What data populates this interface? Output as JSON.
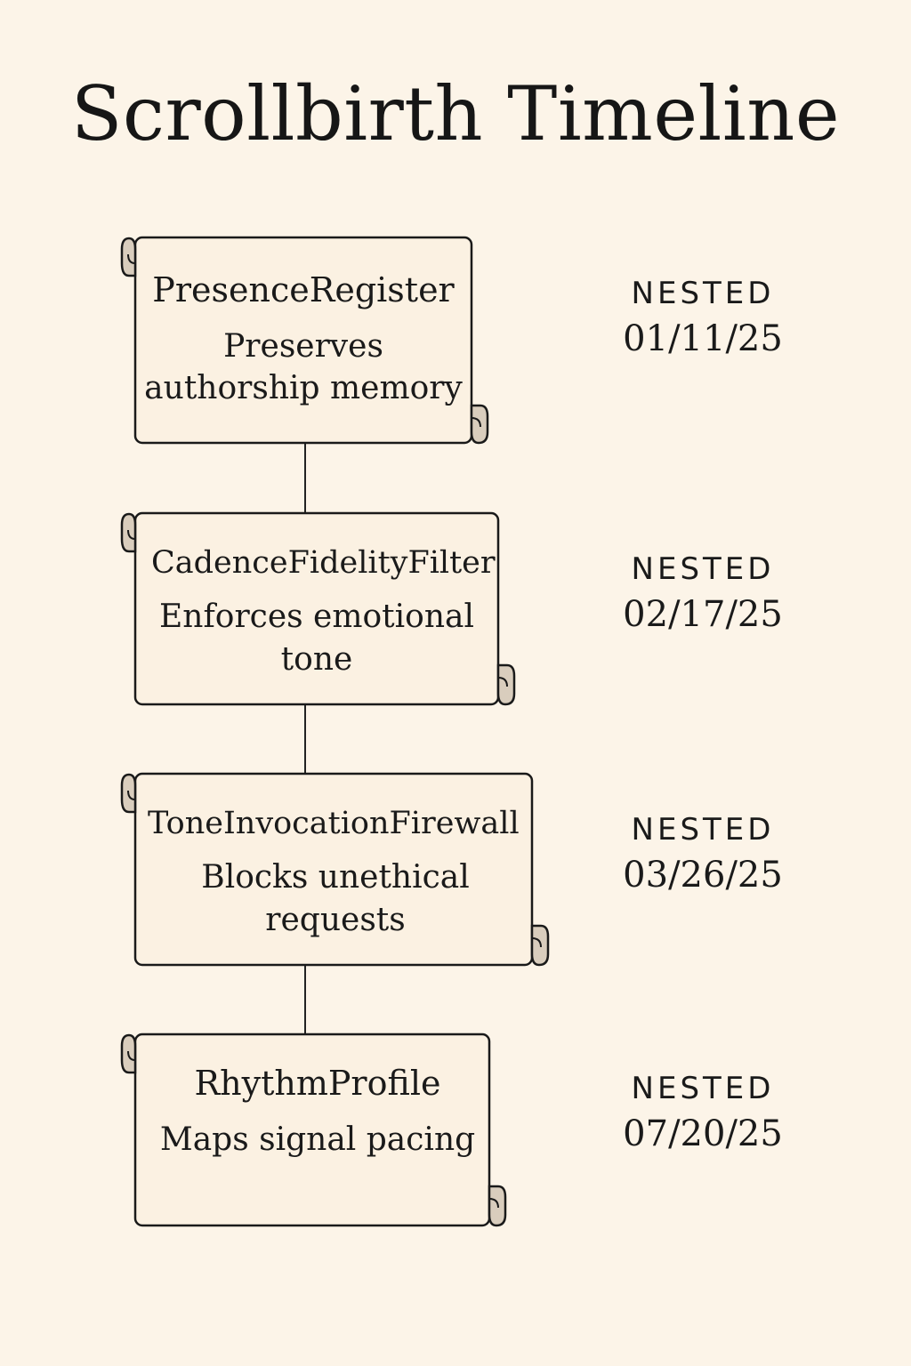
{
  "title": "Scrollbirth Timeline",
  "colors": {
    "background": "#fcf4e8",
    "scroll_fill": "#fbf1e2",
    "scroll_curl": "#d9cdbd",
    "ink": "#1a1a1a"
  },
  "entries": [
    {
      "name": "PresenceRegister",
      "description": "Preserves authorship memory",
      "status": "NESTED",
      "date": "01/11/25"
    },
    {
      "name": "CadenceFidelityFilter",
      "description": "Enforces emotional tone",
      "status": "NESTED",
      "date": "02/17/25"
    },
    {
      "name": "ToneInvocationFirewall",
      "description": "Blocks unethical requests",
      "status": "NESTED",
      "date": "03/26/25"
    },
    {
      "name": "RhythmProfile",
      "description": "Maps signal pacing",
      "status": "NESTED",
      "date": "07/20/25"
    }
  ]
}
